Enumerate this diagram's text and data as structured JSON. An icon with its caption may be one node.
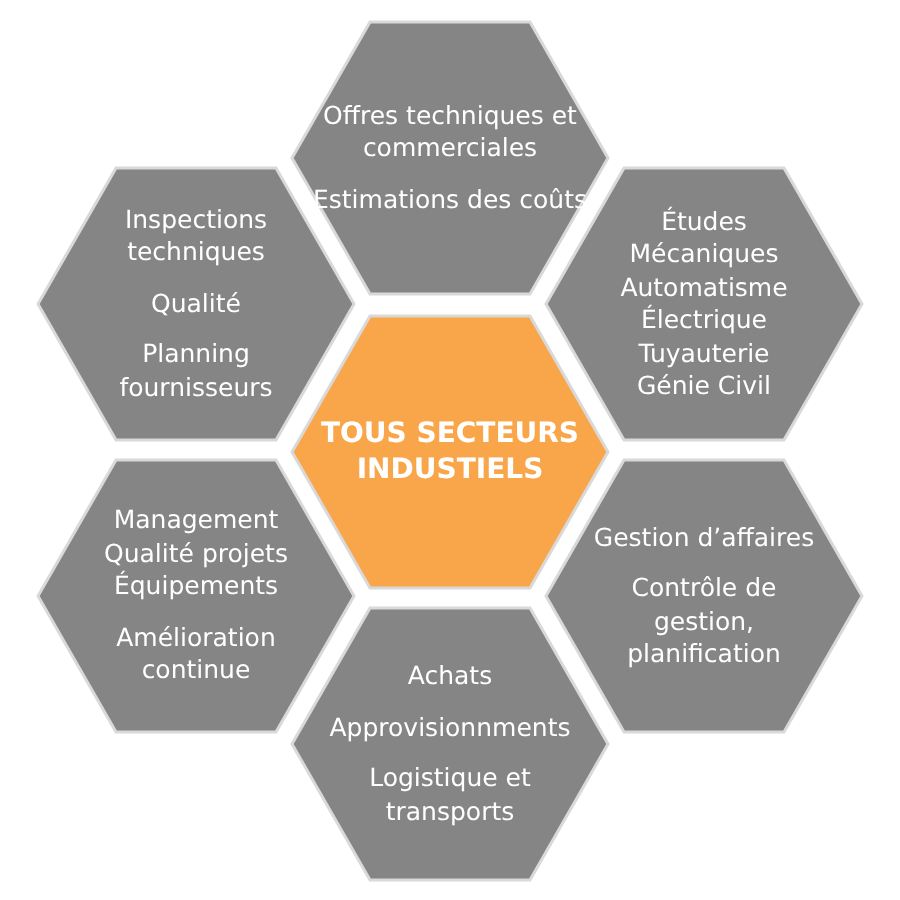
{
  "diagram": {
    "nodes": [
      {
        "text": [
          "Offres techniques et commerciales",
          "Estimations des coûts"
        ]
      },
      {
        "text": [
          "Inspections techniques",
          "Qualité",
          "Planning fournisseurs"
        ]
      },
      {
        "text": [
          "TOUS SECTEURS INDUSTIELS"
        ]
      },
      {
        "text": [
          "Études Mécaniques Automatisme Électrique Tuyauterie Génie Civil"
        ]
      },
      {
        "text": [
          "Management Qualité projets Équipements",
          "Amélioration continue"
        ]
      },
      {
        "text": [
          "Gestion d’affaires",
          "Contrôle de gestion, planification"
        ]
      },
      {
        "text": [
          "Achats",
          "Approvisionnments",
          "Logistique et transports"
        ]
      }
    ]
  }
}
